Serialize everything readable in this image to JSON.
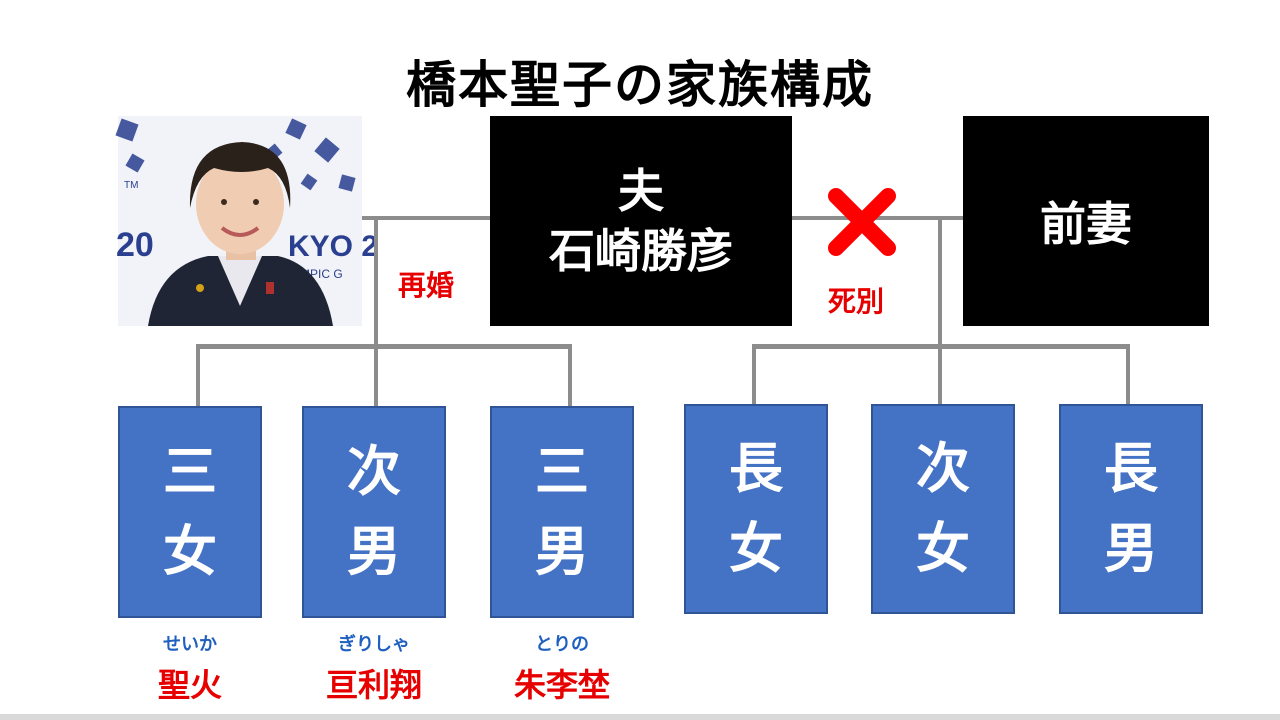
{
  "title": "橋本聖子の家族構成",
  "husband": {
    "role": "夫",
    "name": "石崎勝彦"
  },
  "ex_wife": {
    "label": "前妻"
  },
  "relations": {
    "remarriage": "再婚",
    "death": "死別"
  },
  "photo": {
    "logo_text_left": "20",
    "logo_text_right": "KYO 2",
    "logo_sub": "MPIC G",
    "tm": "TM"
  },
  "children_remarriage": [
    {
      "line1": "三",
      "line2": "女",
      "reading": "せいか",
      "name": "聖火"
    },
    {
      "line1": "次",
      "line2": "男",
      "reading": "ぎりしゃ",
      "name": "亘利翔"
    },
    {
      "line1": "三",
      "line2": "男",
      "reading": "とりの",
      "name": "朱李埜"
    }
  ],
  "children_former": [
    {
      "line1": "長",
      "line2": "女"
    },
    {
      "line1": "次",
      "line2": "女"
    },
    {
      "line1": "長",
      "line2": "男"
    }
  ],
  "colors": {
    "box_blue": "#4472c4",
    "red": "#e60000",
    "line_gray": "#8c8c8c",
    "reading_blue": "#1f5fbf"
  }
}
